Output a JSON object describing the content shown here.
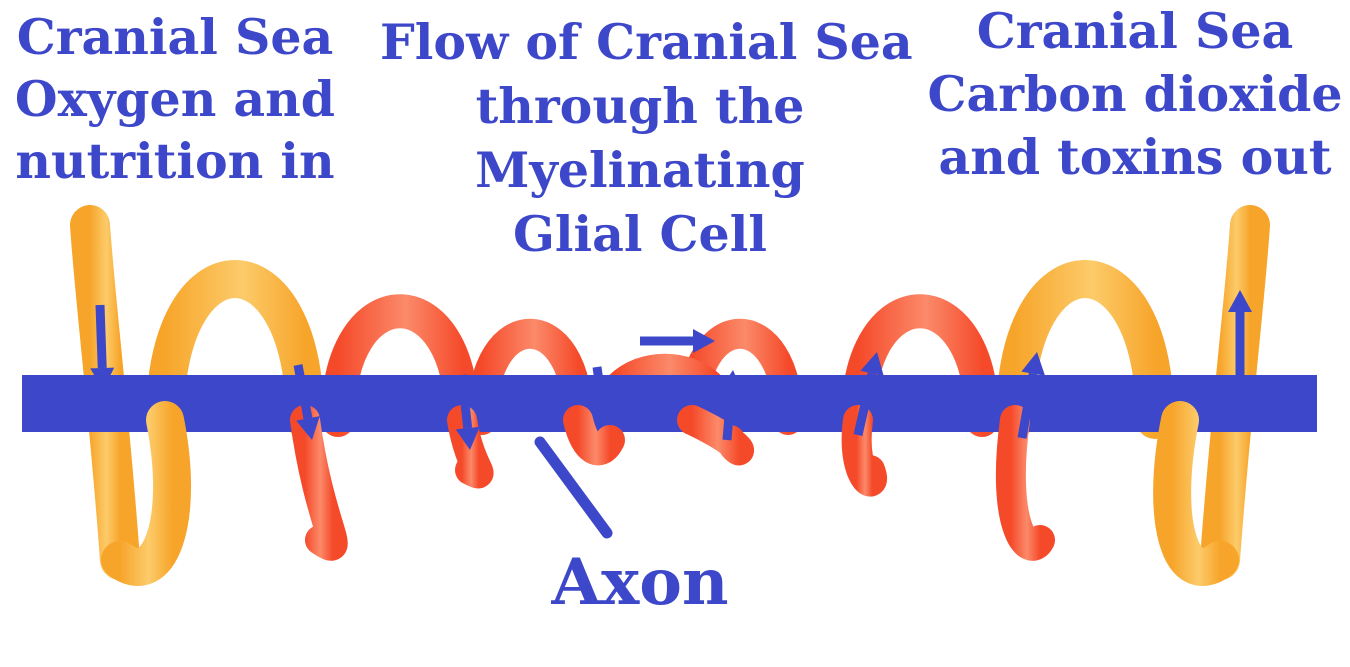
{
  "labels": {
    "inflow": {
      "line1": "Cranial Sea",
      "line2": "Oxygen and",
      "line3": "nutrition in"
    },
    "flow": {
      "line1": "Flow of Cranial Sea",
      "line2": "through the",
      "line3": "Myelinating",
      "line4": "Glial Cell"
    },
    "outflow": {
      "line1": "Cranial Sea",
      "line2": "Carbon dioxide",
      "line3": "and toxins out"
    },
    "axon": "Axon"
  },
  "colors": {
    "text": "#3d47c9",
    "axon": "#3d47c9",
    "arrow": "#3d47c9",
    "coil_outer": "#f7a52a",
    "coil_outer_highlight": "#fccb6a",
    "coil_inner": "#f54a2a",
    "coil_inner_highlight": "#fb8a6a",
    "background": "#ffffff"
  }
}
